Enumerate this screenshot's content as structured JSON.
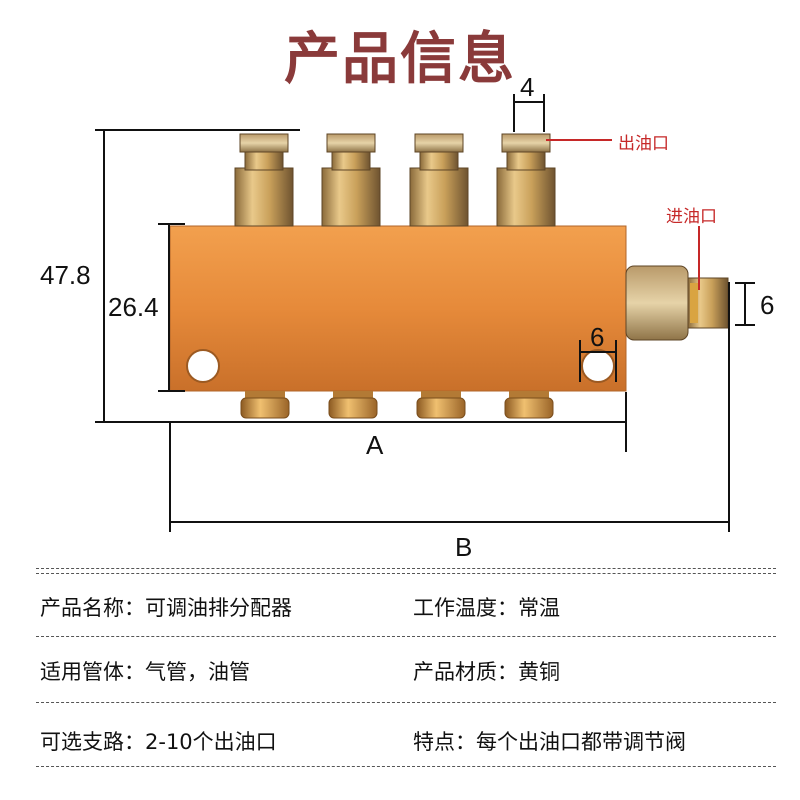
{
  "title": "产品信息",
  "dimensions": {
    "overall_height": "47.8",
    "body_height": "26.4",
    "outlet_width": "4",
    "hole_width": "6",
    "inlet_width": "6",
    "length_a": "A",
    "length_b": "B"
  },
  "labels": {
    "outlet": "出油口",
    "inlet": "进油口"
  },
  "colors": {
    "title": "#8a3a3a",
    "brass": "#d9a441",
    "copper": "#e6913f",
    "callout": "#c62828"
  },
  "specs": {
    "left": [
      {
        "label": "产品名称：",
        "value": "可调油排分配器"
      },
      {
        "label": "适用管体：",
        "value": "气管，油管"
      },
      {
        "label": "可选支路：",
        "value": "2-10个出油口"
      }
    ],
    "right": [
      {
        "label": "工作温度：",
        "value": "常温"
      },
      {
        "label": "产品材质：",
        "value": "黄铜"
      },
      {
        "label": "特点：",
        "value": "每个出油口都带调节阀"
      }
    ]
  }
}
